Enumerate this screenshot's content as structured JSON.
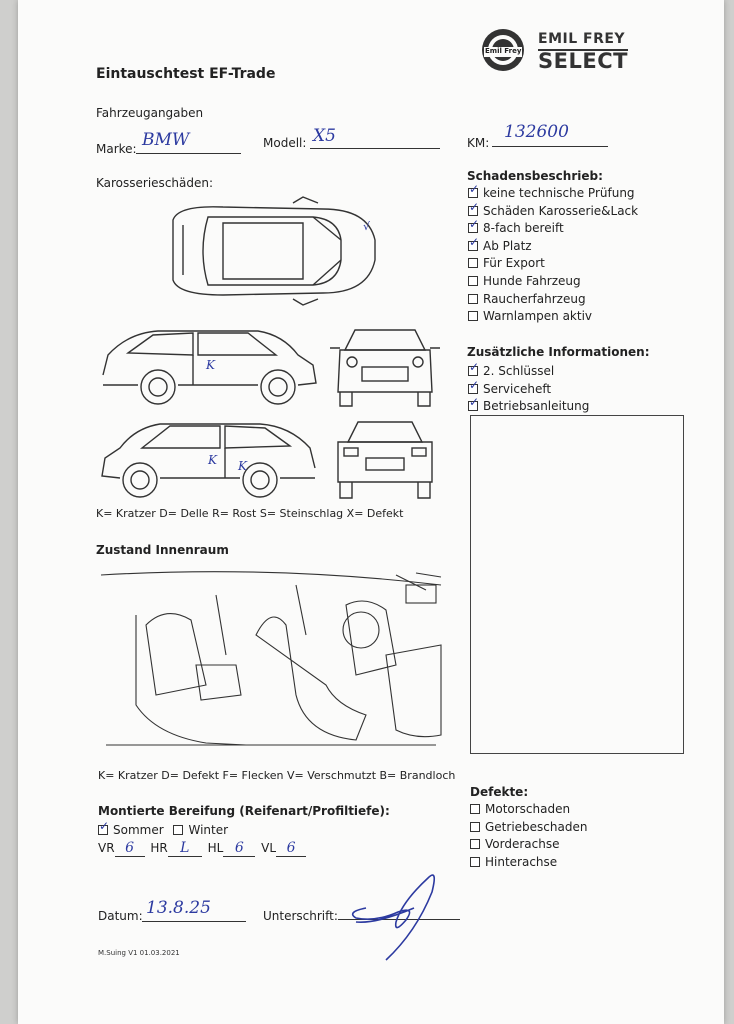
{
  "header": {
    "title": "Eintauschtest EF-Trade",
    "logo_badge": "Emil Frey",
    "logo_line1": "EMIL FREY",
    "logo_line2": "SELECT"
  },
  "vehicle": {
    "section_title": "Fahrzeugangaben",
    "marke_label": "Marke:",
    "marke_value": "BMW",
    "modell_label": "Modell:",
    "modell_value": "X5",
    "km_label": "KM:",
    "km_value": "132600"
  },
  "body_damage": {
    "section_title": "Karosserieschäden:",
    "legend": "K= Kratzer D= Delle R= Rost S= Steinschlag X= Defekt",
    "marks": [
      "K",
      "K",
      "K"
    ]
  },
  "damage_description": {
    "title": "Schadensbeschrieb:",
    "items": [
      {
        "label": "keine technische Prüfung",
        "checked": true
      },
      {
        "label": "Schäden Karosserie&Lack",
        "checked": true
      },
      {
        "label": "8-fach bereift",
        "checked": true
      },
      {
        "label": "Ab Platz",
        "checked": true
      },
      {
        "label": "Für Export",
        "checked": false
      },
      {
        "label": "Hunde Fahrzeug",
        "checked": false
      },
      {
        "label": "Raucherfahrzeug",
        "checked": false
      },
      {
        "label": "Warnlampen aktiv",
        "checked": false
      }
    ]
  },
  "additional_info": {
    "title": "Zusätzliche Informationen:",
    "items": [
      {
        "label": "2. Schlüssel",
        "checked": true
      },
      {
        "label": "Serviceheft",
        "checked": true
      },
      {
        "label": "Betriebsanleitung",
        "checked": true
      }
    ]
  },
  "interior": {
    "section_title": "Zustand Innenraum",
    "legend": "K= Kratzer D= Defekt F= Flecken V= Verschmutzt B= Brandloch"
  },
  "tires": {
    "title": "Montierte Bereifung (Reifenart/Profiltiefe):",
    "sommer": {
      "label": "Sommer",
      "checked": true
    },
    "winter": {
      "label": "Winter",
      "checked": false
    },
    "vr_label": "VR",
    "vr_value": "6",
    "hr_label": "HR",
    "hr_value": "L",
    "hl_label": "HL",
    "hl_value": "6",
    "vl_label": "VL",
    "vl_value": "6"
  },
  "defects": {
    "title": "Defekte:",
    "items": [
      {
        "label": "Motorschaden",
        "checked": false
      },
      {
        "label": "Getriebeschaden",
        "checked": false
      },
      {
        "label": "Vorderachse",
        "checked": false
      },
      {
        "label": "Hinterachse",
        "checked": false
      }
    ]
  },
  "footer": {
    "date_label": "Datum:",
    "date_value": "13.8.25",
    "signature_label": "Unterschrift:",
    "version": "M.Suing V1 01.03.2021"
  },
  "colors": {
    "ink": "#2c3aa0",
    "paper": "#fbfbfa"
  }
}
